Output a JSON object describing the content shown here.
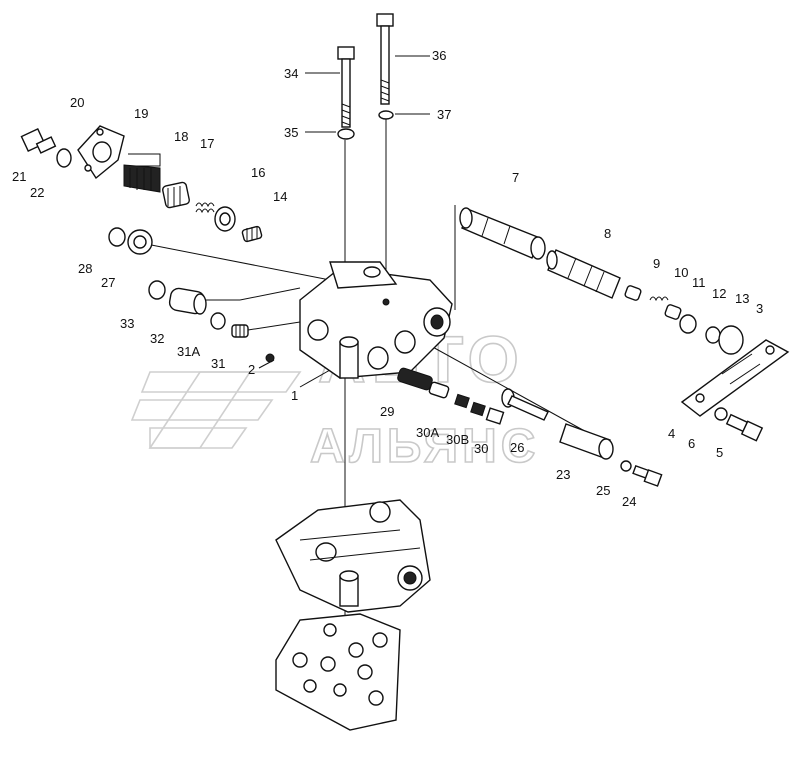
{
  "watermark": {
    "line1": "АВТО",
    "line2": "АЛЬЯНС"
  },
  "callouts": [
    "1",
    "2",
    "3",
    "4",
    "5",
    "6",
    "7",
    "8",
    "9",
    "10",
    "11",
    "12",
    "13",
    "14",
    "16",
    "17",
    "18",
    "19",
    "20",
    "21",
    "22",
    "23",
    "24",
    "25",
    "26",
    "27",
    "28",
    "29",
    "30",
    "30A",
    "30B",
    "31",
    "31A",
    "32",
    "33",
    "34",
    "35",
    "36",
    "37"
  ]
}
